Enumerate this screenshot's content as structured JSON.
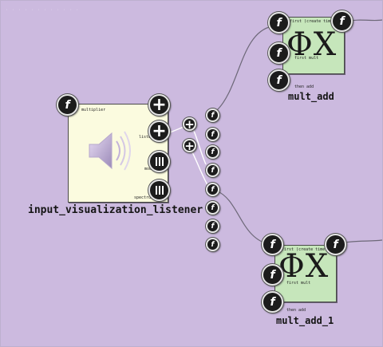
{
  "watermark": "· · · · · · · · · · · ·",
  "nodes": {
    "viz": {
      "title": "input_visualization_listener",
      "port_top": "multiplier",
      "port_mid": "listener",
      "port_low": "mode",
      "port_bottom": "spectrum"
    },
    "mult1": {
      "title": "mult_add",
      "glyph": "ΦX",
      "port_a": "first (create time)",
      "port_b": "first mult",
      "port_c": "then add"
    },
    "mult2": {
      "title": "mult_add_1",
      "glyph": "ΦX",
      "port_a": "first (create time)",
      "port_b": "first mult",
      "port_c": "then add"
    }
  },
  "icons": {
    "function": "f",
    "plus": "+",
    "bars": "|||"
  },
  "colors": {
    "canvas": "#ccbadf",
    "viz_node": "#fbfbdf",
    "mult_node": "#c6e6bb",
    "icon_fill": "#1c1c1c"
  }
}
